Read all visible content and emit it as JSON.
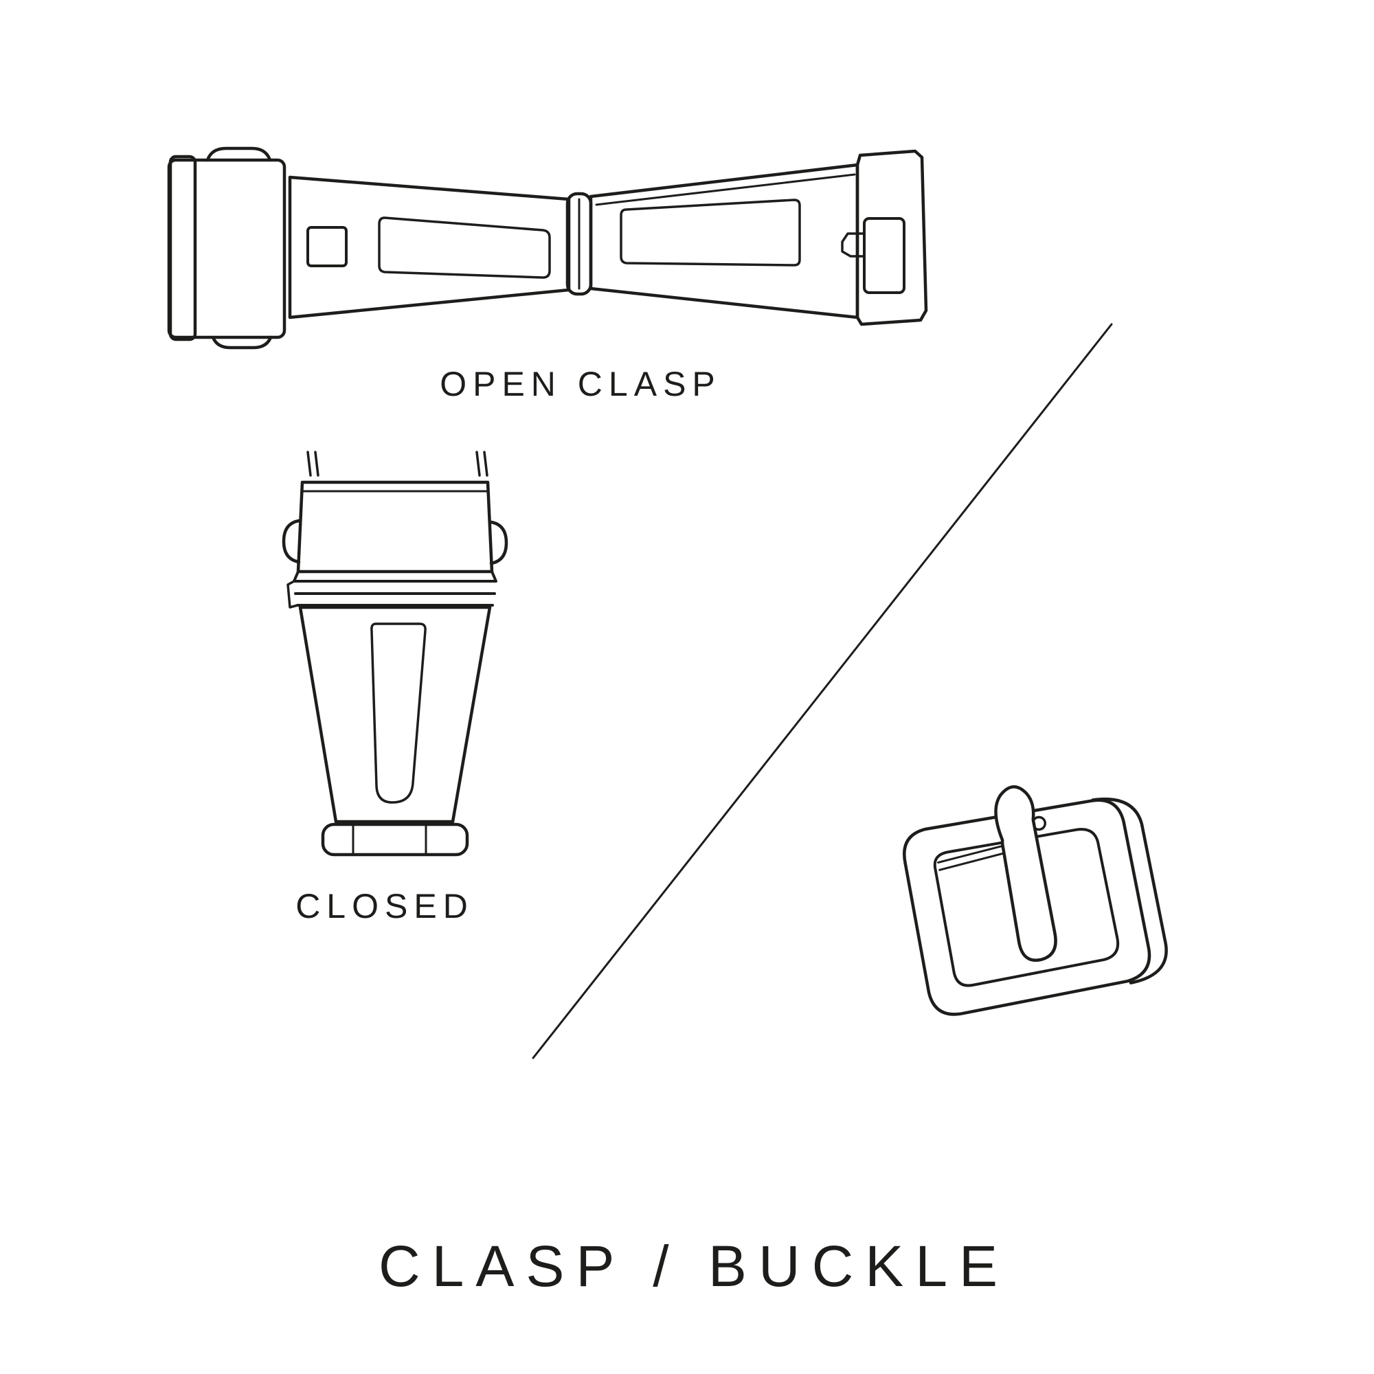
{
  "page": {
    "background_color": "#ffffff",
    "ink_color": "#1d1d1b",
    "kind": "watch-strap-hardware-diagram"
  },
  "labels": {
    "open_clasp": "OPEN CLASP",
    "closed": "CLOSED",
    "title": "CLASP / BUCKLE"
  },
  "illustrations": [
    {
      "name": "open-clasp-illustration",
      "caption": "OPEN CLASP",
      "description": "deployant clasp shown unfolded, horizontal"
    },
    {
      "name": "closed-clasp-illustration",
      "caption": "CLOSED",
      "description": "deployant clasp shown folded closed, vertical"
    },
    {
      "name": "buckle-illustration",
      "caption": "",
      "description": "tang buckle with prong, tilted perspective"
    }
  ],
  "divider": {
    "style": "thin-diagonal-line"
  }
}
